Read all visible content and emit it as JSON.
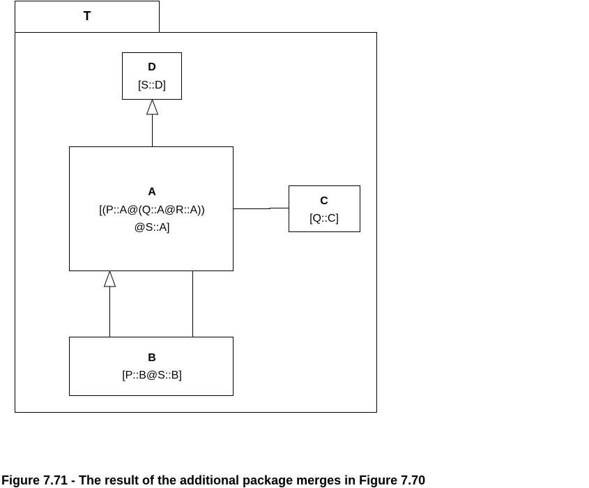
{
  "package": {
    "name": "T"
  },
  "classes": {
    "D": {
      "name": "D",
      "merged_from": "[S::D]"
    },
    "A": {
      "name": "A",
      "merged_from_line1": "[(P::A@(Q::A@R::A))",
      "merged_from_line2": "@S::A]"
    },
    "C": {
      "name": "C",
      "merged_from": "[Q::C]"
    },
    "B": {
      "name": "B",
      "merged_from": "[P::B@S::B]"
    }
  },
  "relationships": [
    {
      "type": "generalization",
      "from": "A",
      "to": "D"
    },
    {
      "type": "generalization",
      "from": "B",
      "to": "A"
    },
    {
      "type": "association",
      "from": "A",
      "to": "C"
    },
    {
      "type": "association",
      "from": "B",
      "to": "A"
    }
  ],
  "caption": "Figure 7.71 - The result of the additional package merges in Figure 7.70"
}
